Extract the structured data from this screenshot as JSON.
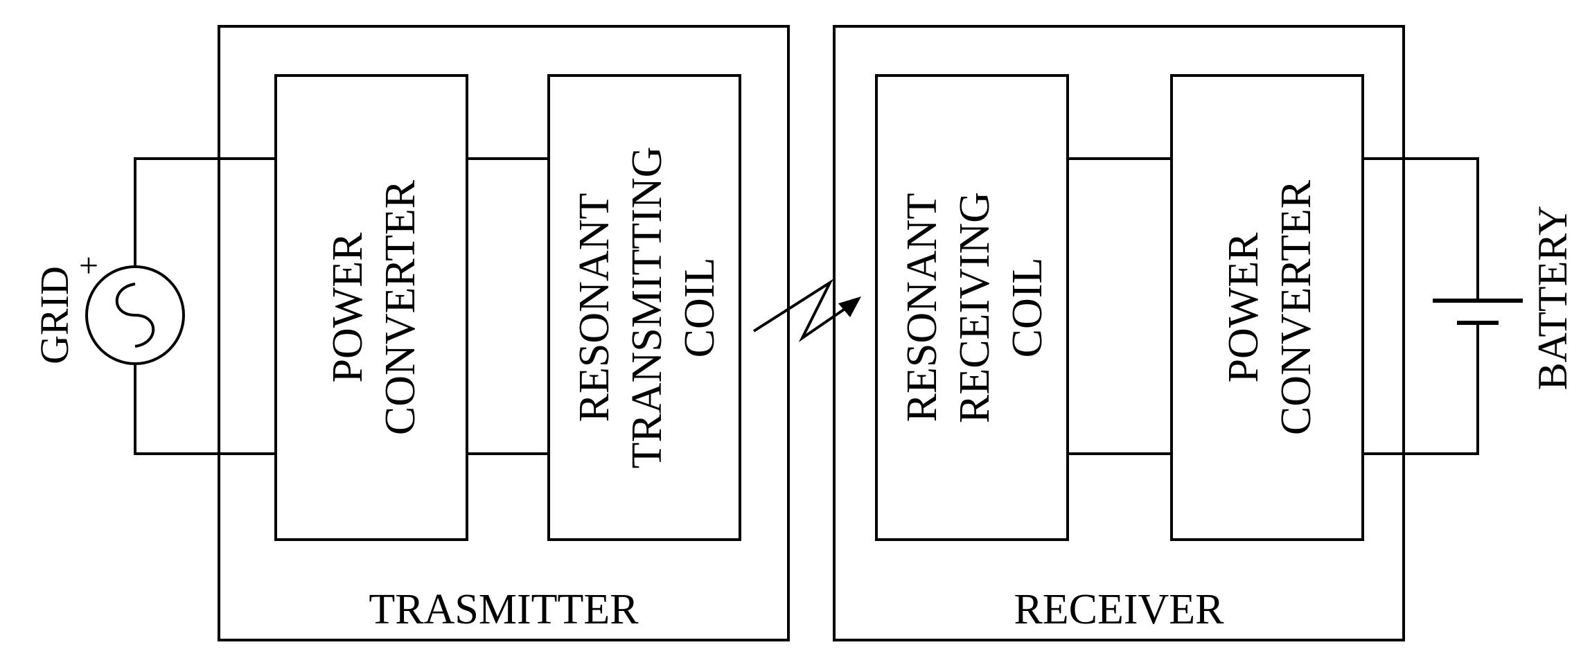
{
  "labels": {
    "grid": "GRID",
    "plus": "+",
    "transmitter": "TRASMITTER",
    "receiver": "RECEIVER",
    "battery": "BATTERY",
    "tx_converter": [
      "POWER",
      "CONVERTER"
    ],
    "tx_coil": [
      "RESONANT",
      "TRANSMITTING",
      "COIL"
    ],
    "rx_coil": [
      "RESONANT",
      "RECEIVING",
      "COIL"
    ],
    "rx_converter": [
      "POWER",
      "CONVERTER"
    ]
  }
}
